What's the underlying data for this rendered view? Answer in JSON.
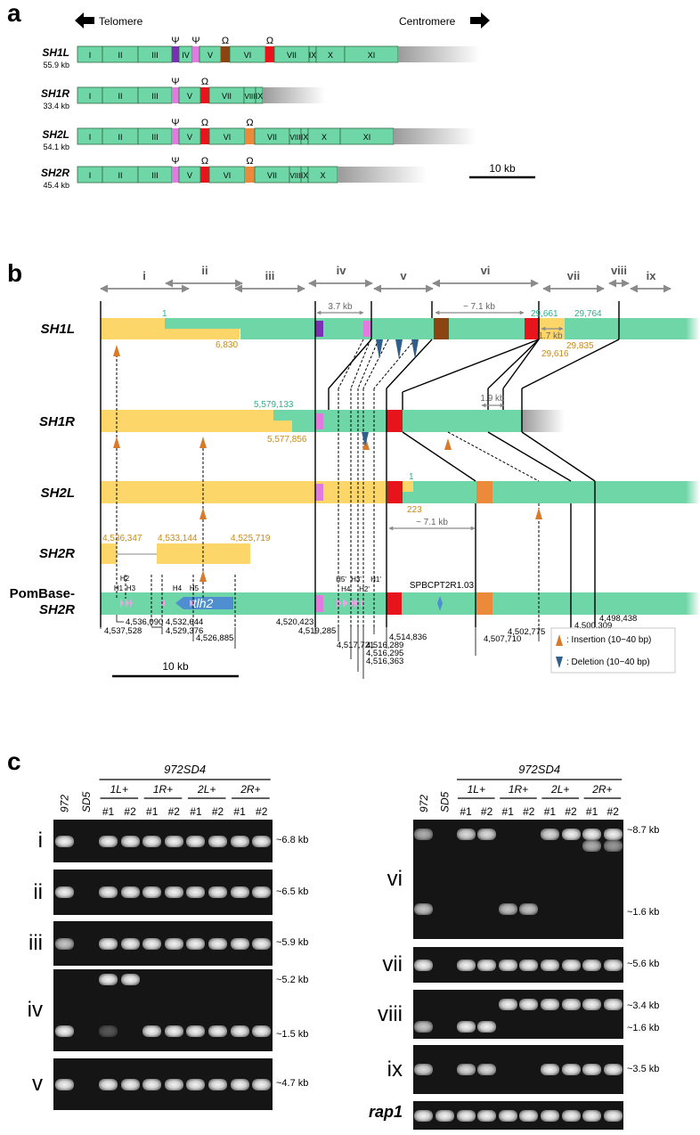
{
  "panel_a": {
    "letter": "a",
    "telomere": "Telomere",
    "centromere": "Centromere",
    "symbols": {
      "psi": "Ψ",
      "omega": "Ω"
    },
    "scale": "10 kb",
    "tracks": [
      {
        "name": "SH1L",
        "size": "55.9 kb",
        "segments": [
          {
            "label": "I",
            "kind": "seg"
          },
          {
            "label": "II",
            "kind": "seg"
          },
          {
            "label": "III",
            "kind": "seg"
          },
          {
            "label": "",
            "kind": "psi-purple"
          },
          {
            "label": "IV",
            "kind": "seg"
          },
          {
            "label": "",
            "kind": "psi-pink"
          },
          {
            "label": "V",
            "kind": "seg"
          },
          {
            "label": "",
            "kind": "omega-brown"
          },
          {
            "label": "VI",
            "kind": "seg"
          },
          {
            "label": "",
            "kind": "omega-red"
          },
          {
            "label": "VII",
            "kind": "seg"
          },
          {
            "label": "IX",
            "kind": "seg"
          },
          {
            "label": "X",
            "kind": "seg"
          },
          {
            "label": "XI",
            "kind": "seg"
          }
        ]
      },
      {
        "name": "SH1R",
        "size": "33.4 kb",
        "segments": [
          {
            "label": "I",
            "kind": "seg"
          },
          {
            "label": "II",
            "kind": "seg"
          },
          {
            "label": "III",
            "kind": "seg"
          },
          {
            "label": "",
            "kind": "psi-pink"
          },
          {
            "label": "V",
            "kind": "seg"
          },
          {
            "label": "",
            "kind": "omega-red"
          },
          {
            "label": "VII",
            "kind": "seg"
          },
          {
            "label": "VIII",
            "kind": "seg"
          },
          {
            "label": "IX",
            "kind": "seg"
          }
        ]
      },
      {
        "name": "SH2L",
        "size": "54.1 kb",
        "segments": [
          {
            "label": "I",
            "kind": "seg"
          },
          {
            "label": "II",
            "kind": "seg"
          },
          {
            "label": "III",
            "kind": "seg"
          },
          {
            "label": "",
            "kind": "psi-pink"
          },
          {
            "label": "V",
            "kind": "seg"
          },
          {
            "label": "",
            "kind": "omega-red"
          },
          {
            "label": "VI",
            "kind": "seg"
          },
          {
            "label": "",
            "kind": "omega-orange"
          },
          {
            "label": "VII",
            "kind": "seg"
          },
          {
            "label": "VIII",
            "kind": "seg"
          },
          {
            "label": "IX",
            "kind": "seg"
          },
          {
            "label": "X",
            "kind": "seg"
          },
          {
            "label": "XI",
            "kind": "seg"
          }
        ]
      },
      {
        "name": "SH2R",
        "size": "45.4 kb",
        "segments": [
          {
            "label": "I",
            "kind": "seg"
          },
          {
            "label": "II",
            "kind": "seg"
          },
          {
            "label": "III",
            "kind": "seg"
          },
          {
            "label": "",
            "kind": "psi-pink"
          },
          {
            "label": "V",
            "kind": "seg"
          },
          {
            "label": "",
            "kind": "omega-red"
          },
          {
            "label": "VI",
            "kind": "seg"
          },
          {
            "label": "",
            "kind": "omega-orange"
          },
          {
            "label": "VII",
            "kind": "seg"
          },
          {
            "label": "VIII",
            "kind": "seg"
          },
          {
            "label": "IX",
            "kind": "seg"
          },
          {
            "label": "X",
            "kind": "seg"
          }
        ]
      }
    ]
  },
  "panel_b": {
    "letter": "b",
    "regions": [
      "i",
      "ii",
      "iii",
      "iv",
      "v",
      "vi",
      "vii",
      "viii",
      "ix"
    ],
    "tracks": [
      "SH1L",
      "SH1R",
      "SH2L",
      "SH2R",
      "PomBase-",
      "SH2R"
    ],
    "distances": {
      "d1": "3.7 kb",
      "d2": "~ 7.1 kb",
      "d3": "1.7 kb",
      "d4": "1.9 kb",
      "d5": "~ 7.1 kb"
    },
    "green_numbers": {
      "sh1l_start": "1",
      "sh1l_a": "29,661",
      "sh1l_b": "29,764",
      "sh1r": "5,579,133",
      "sh2l": "1"
    },
    "orange_numbers": {
      "sh1l_end": "6,830",
      "sh1l_c": "29,835",
      "sh1l_d": "29,616",
      "sh1r": "5,577,856",
      "sh2l": "223",
      "sh2r_a": "4,536,347",
      "sh2r_b": "4,533,144",
      "sh2r_c": "4,525,719"
    },
    "coords": {
      "c1": "4,537,528",
      "c2": "4,536,090",
      "c3": "4,532,644",
      "c4": "4,529,376",
      "c5": "4,526,885",
      "c6": "4,520,423",
      "c7": "4,519,285",
      "c8": "4,517,721",
      "c9": "4,516,289",
      "c10": "4,516,295",
      "c11": "4,516,363",
      "c12": "4,514,836",
      "c13": "4,507,710",
      "c14": "4,502,775",
      "c15": "4,500,309",
      "c16": "4,498,438"
    },
    "hlabels": {
      "h1": "H1",
      "h2": "H2",
      "h3": "H3",
      "h4": "H4",
      "h5": "H5",
      "h5p": "H5'",
      "h4p": "H4'",
      "h3p": "H3'",
      "h2p": "H2'",
      "h1p": "H1'"
    },
    "genes": {
      "tlh2": "tlh2",
      "spbc": "SPBCPT2R1.03"
    },
    "scale": "10 kb",
    "legend": {
      "insertion": ": Insertion (10−40 bp)",
      "deletion": ": Deletion (10−40 bp)"
    }
  },
  "panel_c": {
    "letter": "c",
    "strain": "972SD4",
    "left_lanes": [
      "972",
      "SD5"
    ],
    "groups": [
      "1L+",
      "1R+",
      "2L+",
      "2R+"
    ],
    "clone": "#1",
    "clone2": "#2",
    "left_rows": [
      {
        "label": "i",
        "sizes": [
          "~6.8 kb"
        ]
      },
      {
        "label": "ii",
        "sizes": [
          "~6.5 kb"
        ]
      },
      {
        "label": "iii",
        "sizes": [
          "~5.9 kb"
        ]
      },
      {
        "label": "iv",
        "sizes": [
          "~5.2 kb",
          "~1.5 kb"
        ]
      },
      {
        "label": "v",
        "sizes": [
          "~4.7 kb"
        ]
      }
    ],
    "right_rows": [
      {
        "label": "vi",
        "sizes": [
          "~8.7 kb",
          "~1.6 kb"
        ]
      },
      {
        "label": "vii",
        "sizes": [
          "~5.6 kb"
        ]
      },
      {
        "label": "viii",
        "sizes": [
          "~3.4 kb",
          "~1.6 kb"
        ]
      },
      {
        "label": "ix",
        "sizes": [
          "~3.5 kb"
        ]
      },
      {
        "label": "rap1",
        "sizes": []
      }
    ]
  },
  "colors": {
    "green": "#6fd6a8",
    "yellow": "#fdd66a",
    "purple": "#7a2fb5",
    "pink": "#e27be0",
    "brown": "#8b4513",
    "red": "#e8141b",
    "orange": "#ec8a3b",
    "blue": "#2f5f8a",
    "grey": "#8a8a8a",
    "green_text": "#2eaf8a",
    "orange_text": "#c98a18"
  }
}
